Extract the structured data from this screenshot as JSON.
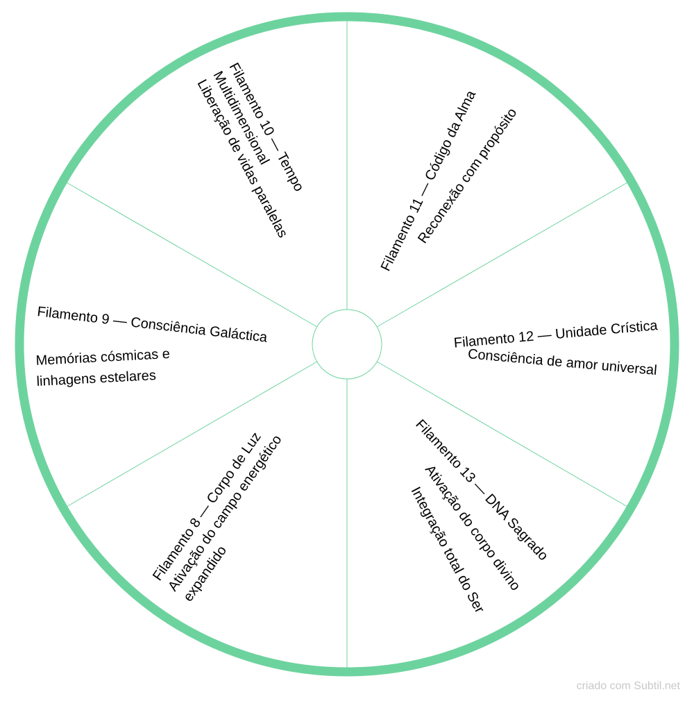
{
  "colors": {
    "ring": "#6dd39e",
    "divider": "#6dd39e",
    "text": "#000000"
  },
  "segments": [
    {
      "title": "Filamento 10 — Tempo",
      "title_cont": "Multidimensional",
      "lines": [
        "Liberação de vidas paralelas"
      ]
    },
    {
      "title": "Filamento 11 — Código da Alma",
      "lines": [
        "Reconexão com propósito"
      ]
    },
    {
      "title": "Filamento 12 — Unidade Crística",
      "lines": [
        "Consciência de amor universal"
      ]
    },
    {
      "title": "Filamento 13 — DNA Sagrado",
      "lines": [
        "Ativação do corpo divino",
        "Integração total do Ser"
      ]
    },
    {
      "title": "Filamento 8 — Corpo de Luz",
      "lines": [
        "Ativação do campo energético",
        "expandido"
      ]
    },
    {
      "title": "Filamento 9 — Consciência Galáctica",
      "lines": [
        "Memórias cósmicas e",
        "linhagens estelares"
      ]
    }
  ],
  "watermark": "criado com Subtil.net"
}
